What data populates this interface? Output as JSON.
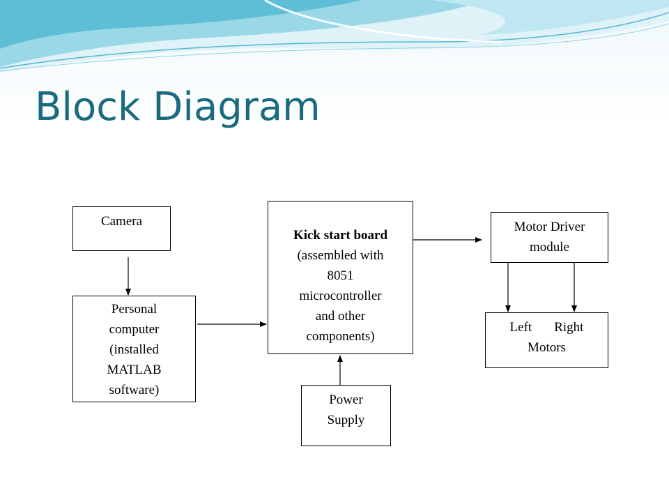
{
  "slide": {
    "title": "Block Diagram",
    "accent_color": "#1a6a80"
  },
  "blocks": {
    "camera": {
      "label": "Camera"
    },
    "pc": {
      "lines": [
        "Personal",
        "computer",
        "(installed",
        "MATLAB",
        "software)"
      ]
    },
    "kick_start": {
      "bold_line": "Kick start board",
      "lines": [
        "(assembled with",
        "8051",
        "microcontroller",
        "and other",
        "components)"
      ]
    },
    "power_supply": {
      "lines": [
        "Power",
        "Supply"
      ]
    },
    "motor_driver": {
      "lines": [
        "Motor Driver",
        "module"
      ]
    },
    "motors": {
      "left": "Left",
      "right": "Right",
      "label": "Motors"
    }
  },
  "connections": [
    {
      "from": "camera",
      "to": "pc"
    },
    {
      "from": "pc",
      "to": "kick_start"
    },
    {
      "from": "power_supply",
      "to": "kick_start"
    },
    {
      "from": "kick_start",
      "to": "motor_driver"
    },
    {
      "from": "motor_driver",
      "to": "motors-left"
    },
    {
      "from": "motor_driver",
      "to": "motors-right"
    }
  ]
}
